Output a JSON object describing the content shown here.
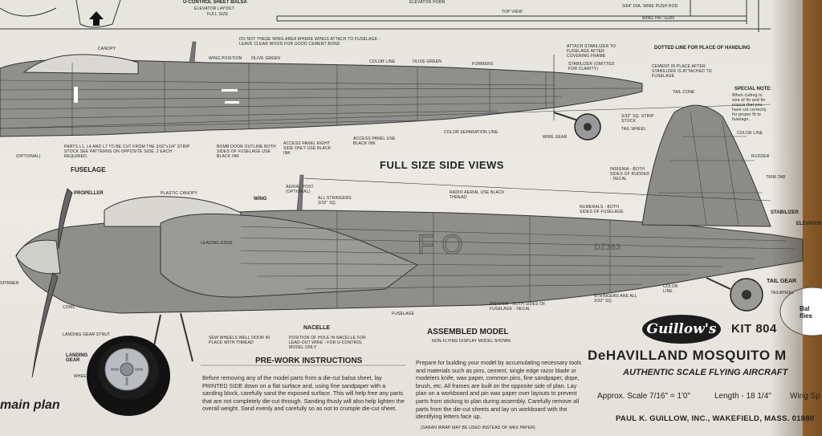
{
  "top_strip": {
    "u_control_sheet": "U-CONTROL SHEET BALSA",
    "elevator_layout": "ELEVATOR LAYOUT",
    "full_size": "FULL SIZE",
    "elevator_horn": "ELEVATOR HORN",
    "top_view": "TOP VIEW",
    "wing_pattern": "WING PATTERN",
    "wire_pivot": "3/64\" DIA. WIRE PUSH ROD"
  },
  "upper_fuselage": {
    "note_glue": "DO NOT THESE WING AREA WHERE WINGS ATTACH TO FUSELAGE - LEAVE CLEAR WOOD FOR GOOD CEMENT BOND",
    "wing_position": "WING POSITION",
    "olive_green": "OLIVE GREEN",
    "color_line": "COLOR LINE",
    "olive_green_2": "OLIVE GREEN",
    "formers": "FORMERS",
    "attach_stabilizer": "ATTACH STABILIZER TO FUSELAGE AFTER COVERING FRAME",
    "stabilizer_note": "STABILIZER (OMITTED FOR CLARITY)",
    "dotted_line": "DOTTED LINE FOR PLACE OF HANDLING",
    "cement_note": "CEMENT IN PLACE AFTER STABILIZER IS ATTACHED TO FUSELAGE",
    "canopy": "CANOPY",
    "tail_cone": "TAIL CONE",
    "strip_stock": "3/32\" SQ. STRIP STOCK",
    "tail_wheel": "TAIL WHEEL",
    "wire_gear": "WIRE GEAR",
    "color_separation": "COLOR SEPARATION LINE",
    "access_panel": "ACCESS PANEL RIGHT SIDE ONLY USE BLACK INK",
    "access_panel_2": "ACCESS PANEL USE BLACK INK",
    "bomb_door": "BOMB DOOR OUTLINE BOTH SIDES OF FUSELAGE USE BLACK INK",
    "parts_note": "PARTS L1, L4 AND L7 TO BE CUT FROM THE 3/32\"x1/4\" STRIP STOCK SEE PATTERNS ON OPPOSITE SIDE. 2 EACH REQUIRED.",
    "optional": "(OPTIONAL)",
    "fuselage": "FUSELAGE",
    "special_note_title": "SPECIAL NOTE:",
    "special_note_body": "When cutting to size of fin and fin ensure that you have cut correctly for proper fit to fuselage."
  },
  "section_title": "FULL SIZE SIDE VIEWS",
  "lower_view": {
    "propeller": "PROPELLER",
    "plastic_canopy": "PLASTIC CANOPY",
    "wing": "WING",
    "aerial_post": "AERIAL POST (OPTIONAL)",
    "all_stringers": "ALL STRINGERS 3/32\" SQ.",
    "radio_aerial": "RADIO AERIAL USE BLACK THREAD",
    "insignia_fin": "INSIGNIA - BOTH SIDES OF RUDDER - DECAL",
    "color_line": "COLOR LINE",
    "rudder": "RUDDER",
    "trim_tab": "TRIM TAB",
    "numerals": "NUMERALS - BOTH SIDES OF FUSELAGE",
    "stabilizer": "STABILIZER",
    "elevator": "ELEVATOR",
    "leading_edge": "LEADING EDGE",
    "spinner": "SPINNER",
    "cowl": "COWL",
    "landing_gear_strut": "LANDING GEAR STRUT",
    "landing_gear": "LANDING GEAR",
    "wheel": "WHEEL",
    "sew_wheels": "SEW WHEELS WELL DOOR IN PLACE WITH THREAD",
    "nacelle": "NACELLE",
    "position_hole": "POSITION OF HOLE IN NACELLE FOR LEAD-OUT WIRE - FOR U-CONTROL MODEL ONLY",
    "fuselage": "FUSELAGE",
    "insignia_fuse": "INSIGNIA - BOTH SIDES OF FUSELAGE - DECAL",
    "stringers_are": "STRINGERS ARE ALL 3/32\" SQ.",
    "color_line_2": "COLOR LINE",
    "tail_gear": "TAIL GEAR",
    "tail_wheel": "TAILWHEEL",
    "serial": "DZ383"
  },
  "assembled": {
    "title": "ASSEMBLED MODEL",
    "subtitle": "NON-FLYING DISPLAY MODEL SHOWN"
  },
  "prework": {
    "title": "PRE-WORK INSTRUCTIONS",
    "body": "Before removing any of the model parts from a die-cut balsa sheet, lay PRINTED SIDE down on a flat surface and, using fine sandpaper with a sanding block, carefully sand the exposed surface. This will help free any parts that are not completely die-cut through. Sanding thusly will also help lighten the overall weight. Sand evenly and carefully so as not to crumple die-cut sheet."
  },
  "prepare": {
    "body": "Prepare for building your model by accumulating necessary tools and materials such as pins, cement, single edge razor blade or modelers knife, wax paper, common pins, fine sandpaper, dope, brush, etc. All frames are built on the opposite side of plan. Lay plan on a workboard and pin wax paper over layouts to prevent parts from sticking to plan during assembly. Carefully remove all parts from the die-cut sheets and lay on workboard with the identifying letters face up.",
    "footnote": "(SARAN WRAP MAY BE USED INSTEAD OF WAX PAPER)"
  },
  "brand": {
    "logo": "Guillow's",
    "kit": "KIT 804",
    "model": "DeHAVILLAND MOSQUITO M",
    "tagline": "AUTHENTIC SCALE FLYING AIRCRAFT",
    "scale": "Approx. Scale 7/16\" = 1'0\"",
    "length": "Length - 18 1/4\"",
    "wingspan": "Wing Sp",
    "maker": "PAUL K. GUILLOW, INC., WAKEFIELD, MASS. 01880",
    "corner": "Bal flies"
  },
  "main_plan": "main plan",
  "colors": {
    "paper": "#eceae3",
    "ink": "#222222",
    "fuselage_gray": "#8d8d8b",
    "table_wood": "#8a5a2b"
  }
}
